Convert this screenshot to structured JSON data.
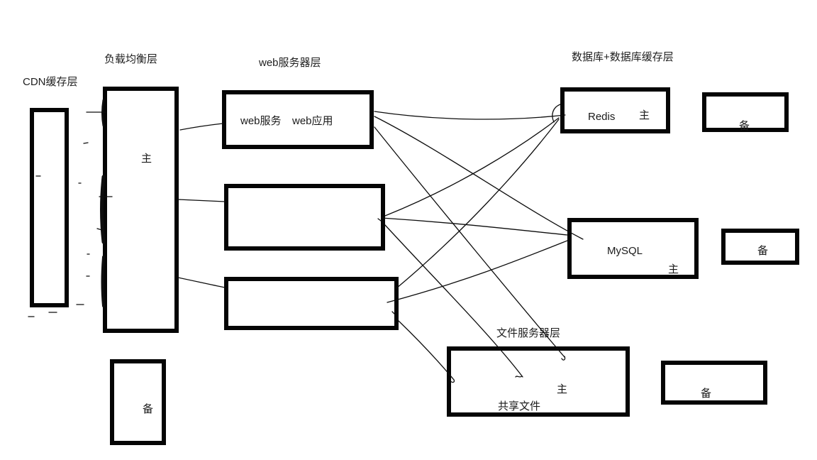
{
  "diagram": {
    "cdn": {
      "label": "CDN缓存层"
    },
    "lb": {
      "label": "负载均衡层",
      "primary": "主",
      "backup": "备"
    },
    "web": {
      "label": "web服务器层",
      "service": "web服务",
      "app": "web应用"
    },
    "db": {
      "label": "数据库+数据库缓存层",
      "redis_name": "Redis",
      "redis_role": "主",
      "redis_backup": "备",
      "mysql_name": "MySQL",
      "mysql_role": "主",
      "mysql_backup": "备"
    },
    "file": {
      "label": "文件服务器层",
      "role": "主",
      "share": "共享文件",
      "backup": "备"
    }
  }
}
